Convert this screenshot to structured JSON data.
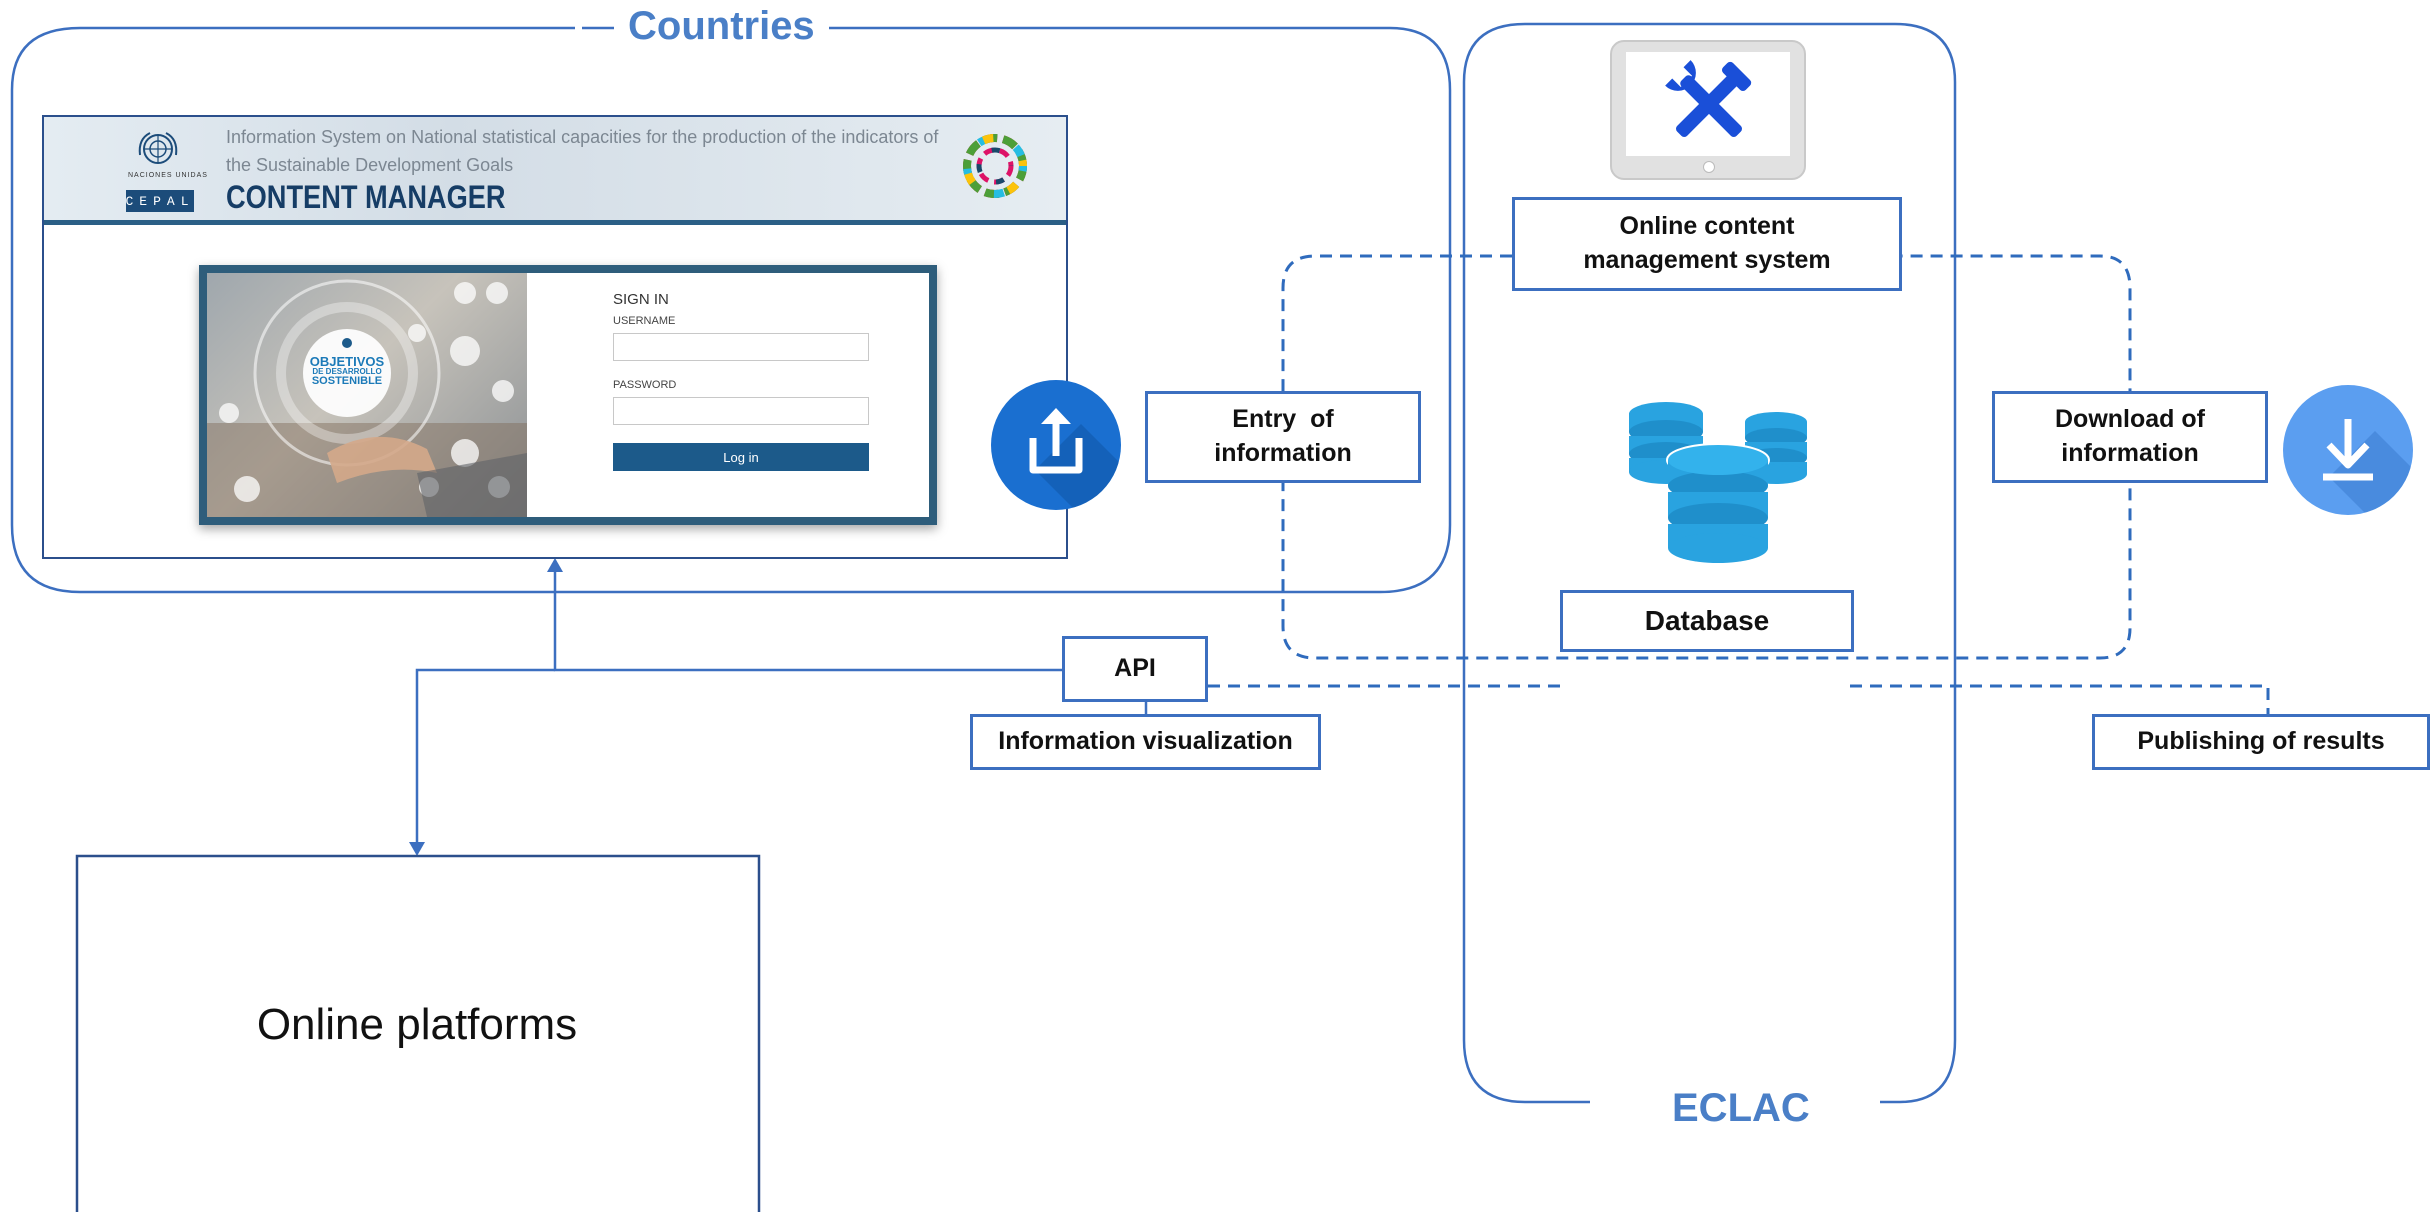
{
  "groups": {
    "countries_title": "Countries",
    "eclac_title": "ECLAC"
  },
  "content_manager": {
    "system_title": "Information System on National statistical capacities for the production of the indicators of the Sustainable Development Goals",
    "title": "CONTENT MANAGER",
    "cepal_badge": "CEPAL",
    "un_caption": "NACIONES UNIDAS",
    "photo_caption_line1": "OBJETIVOS",
    "photo_caption_line2": "DE DESARROLLO",
    "photo_caption_line3": "SOSTENIBLE",
    "signin_label": "SIGN IN",
    "username_label": "USERNAME",
    "password_label": "PASSWORD",
    "login_button": "Log in"
  },
  "nodes": {
    "online_cms": "Online content management system",
    "entry_of_information": "Entry  of information",
    "download_of_information": "Download of information",
    "database": "Database",
    "api": "API",
    "information_visualization": "Information visualization",
    "publishing_of_results": "Publishing of results",
    "online_platforms": "Online platforms"
  },
  "icons": {
    "upload": "upload-icon",
    "download": "download-icon",
    "tools": "tools-icon",
    "database": "database-icon",
    "un_emblem": "un-emblem-icon",
    "sdg_wheel": "sdg-wheel-icon"
  },
  "colors": {
    "line_blue": "#3c6fc0",
    "title_blue": "#4a7fc7",
    "upload_circle": "#1a6fd0",
    "download_circle": "#5b9ef0",
    "db_blue": "#29a3e0"
  }
}
